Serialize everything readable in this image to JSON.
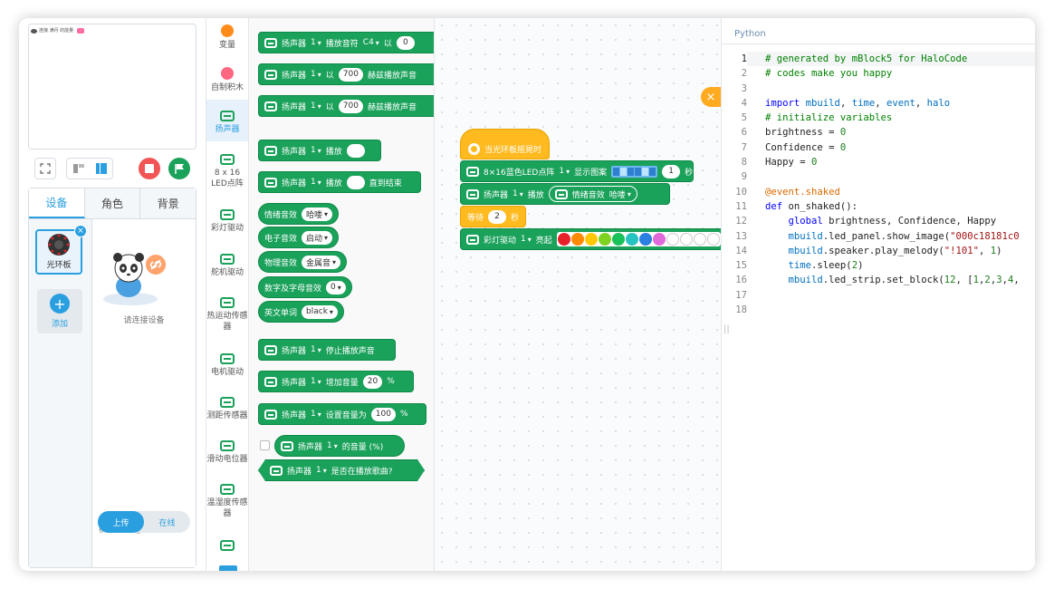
{
  "stage": {
    "tag_text": "连接 满月 的能量",
    "tag_badge": "·"
  },
  "left_tabs": [
    "设备",
    "角色",
    "背景"
  ],
  "device": {
    "name": "光环板",
    "add_label": "添加",
    "connect_tip": "请连接设备"
  },
  "mode": {
    "label": "模式切换",
    "upload": "上传",
    "online": "在线"
  },
  "categories": [
    {
      "label": "变量",
      "color": "#ff8c1a"
    },
    {
      "label": "自制积木",
      "color": "#ff6680"
    },
    {
      "label": "扬声器"
    },
    {
      "label": "8 x 16 LED点阵"
    },
    {
      "label": "彩灯驱动"
    },
    {
      "label": "舵机驱动"
    },
    {
      "label": "热运动传感器"
    },
    {
      "label": "电机驱动"
    },
    {
      "label": "测距传感器"
    },
    {
      "label": "滑动电位器"
    },
    {
      "label": "温湿度传感器"
    }
  ],
  "palette": {
    "speaker": "扬声器",
    "port": "1",
    "b1_text": "播放音符",
    "b1_note": "C4",
    "b1_with": "以",
    "b2_with": "以",
    "b2_hz": "700",
    "b2_text": "赫兹播放声音",
    "b3_with": "以",
    "b3_hz": "700",
    "b3_text": "赫兹播放声音",
    "play": "播放",
    "until_done": "直到结束",
    "r1_label": "情绪音效",
    "r1_val": "哈喽",
    "r2_label": "电子音效",
    "r2_val": "启动",
    "r3_label": "物理音效",
    "r3_val": "金属音",
    "r4_label": "数字及字母音效",
    "r4_val": "0",
    "r5_label": "英文单词",
    "r5_val": "black",
    "stop": "停止播放声音",
    "inc_vol": "增加音量",
    "inc_val": "20",
    "pct": "%",
    "set_vol": "设置音量为",
    "set_val": "100",
    "vol_of": "的音量 (%)",
    "is_playing": "是否在播放歌曲?"
  },
  "script": {
    "hat": "当光环板摇晃时",
    "led_block": "8×16蓝色LED点阵",
    "led_port": "1",
    "led_show": "显示图案",
    "led_secs": "1",
    "sec": "秒",
    "spk": "扬声器",
    "spk_port": "1",
    "spk_play": "播放",
    "spk_emotion": "情绪音效",
    "spk_val": "哈喽",
    "wait": "等待",
    "wait_val": "2",
    "wait_sec": "秒",
    "strip": "彩灯驱动",
    "strip_port": "1",
    "strip_on": "亮起",
    "strip_colors": [
      "#e8202a",
      "#ff8a00",
      "#ffc800",
      "#7ed321",
      "#19c159",
      "#27c2c2",
      "#2a7fe0",
      "#e06ad9",
      "#ffffff",
      "#ffffff",
      "#ffffff",
      "#ffffff"
    ]
  },
  "code": {
    "tab": "Python",
    "lines": [
      "# generated by mBlock5 for HaloCode",
      "# codes make you happy",
      "",
      "import mbuild, time, event, halo",
      "# initialize variables",
      "brightness = 0",
      "Confidence = 0",
      "Happy = 0",
      "",
      "@event.shaked",
      "def on_shaked():",
      "    global brightness, Confidence, Happy",
      "    mbuild.led_panel.show_image(\"000c18181c0",
      "    mbuild.speaker.play_melody(\"!101\", 1)",
      "    time.sleep(2)",
      "    mbuild.led_strip.set_block(12, [1,2,3,4,",
      "",
      ""
    ]
  }
}
